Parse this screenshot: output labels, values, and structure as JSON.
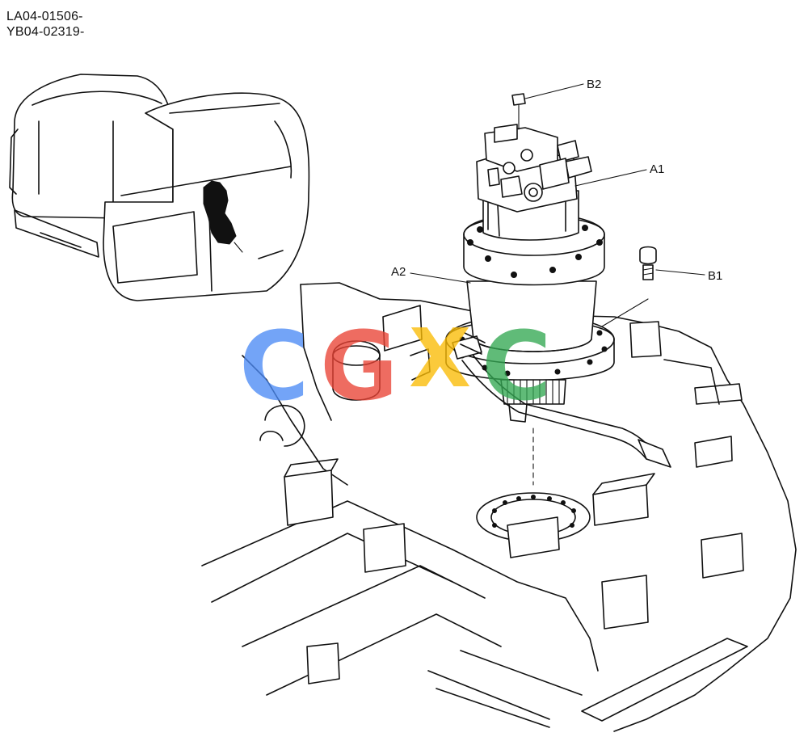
{
  "header": {
    "serial_1": "LA04-01506-",
    "serial_2": "YB04-02319-"
  },
  "callouts": {
    "a1": "A1",
    "a2": "A2",
    "b1": "B1",
    "b2": "B2"
  },
  "watermark": {
    "letters": [
      "C",
      "G",
      "X",
      "C"
    ],
    "colors": [
      "#4c8bf5",
      "#ea4335",
      "#fbbc05",
      "#34a853"
    ]
  },
  "icons": [
    "excavator-overview-icon",
    "location-marker-icon",
    "swing-motor-icon",
    "bolt-icon",
    "plug-icon",
    "hydraulic-hose-icon",
    "upper-frame-icon"
  ]
}
